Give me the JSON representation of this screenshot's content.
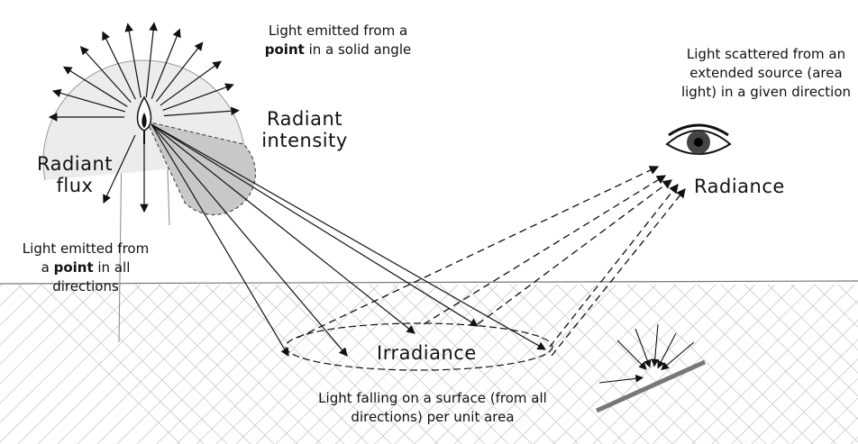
{
  "captions": {
    "solid_angle": {
      "pre": "Light emitted from a ",
      "bold": "point",
      "post": " in a solid angle"
    },
    "all_directions": {
      "pre": "Light emitted from a ",
      "bold": "point",
      "post": " in all directions"
    },
    "radiance_desc": "Light scattered from an extended source (area light) in a given direction",
    "irradiance_desc": "Light falling on a surface (from all directions) per unit area"
  },
  "labels": {
    "radiant_intensity": "Radiant intensity",
    "radiant_flux": "Radiant flux",
    "radiance": "Radiance",
    "irradiance": "Irradiance"
  }
}
